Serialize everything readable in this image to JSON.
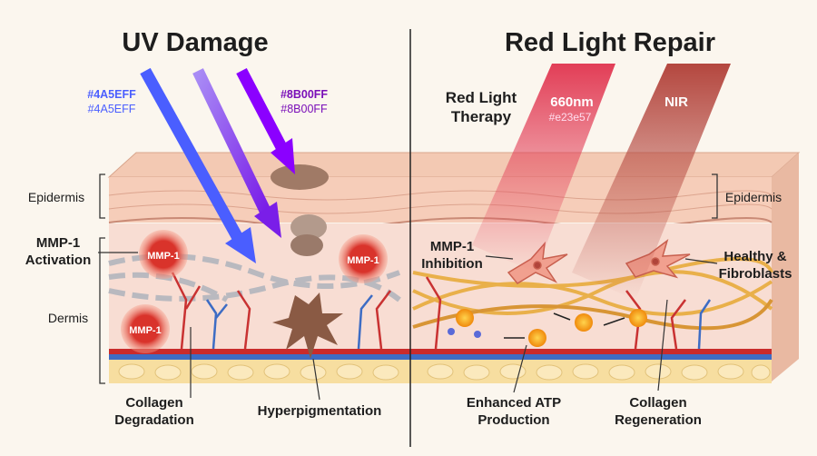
{
  "left_panel": {
    "title": "UV Damage",
    "uva_color_label": [
      "#4A5EFF",
      "#4A5EFF"
    ],
    "uvb_color_label": [
      "#8B00FF",
      "#8B00FF"
    ],
    "labels": {
      "epidermis": "Epidermis",
      "mmp_activation": [
        "MMP-1",
        "Activation"
      ],
      "dermis": "Dermis",
      "collagen_degradation": [
        "Collagen",
        "Degradation"
      ],
      "hyperpigmentation": "Hyperpigmentation"
    },
    "enzyme_label": "MMP-1"
  },
  "right_panel": {
    "title": "Red Light Repair",
    "therapy_label": [
      "Red Light",
      "Therapy"
    ],
    "beam_660": {
      "label": "660nm",
      "color_label": "#e23e57"
    },
    "beam_nir": {
      "label": "NIR"
    },
    "labels": {
      "epidermis": "Epidermis",
      "mmp_inhibition": [
        "MMP-1",
        "Inhibition"
      ],
      "fibroblasts": [
        "Healthy &",
        "Fibroblasts"
      ],
      "atp": [
        "Enhanced ATP",
        "Production"
      ],
      "collagen_regeneration": [
        "Collagen",
        "Regeneration"
      ]
    }
  },
  "colors": {
    "uva": "#4A5EFF",
    "uvb": "#8B00FF",
    "red_660": "#e23e57",
    "nir": "#b4473f",
    "background": "#fbf6ee"
  }
}
